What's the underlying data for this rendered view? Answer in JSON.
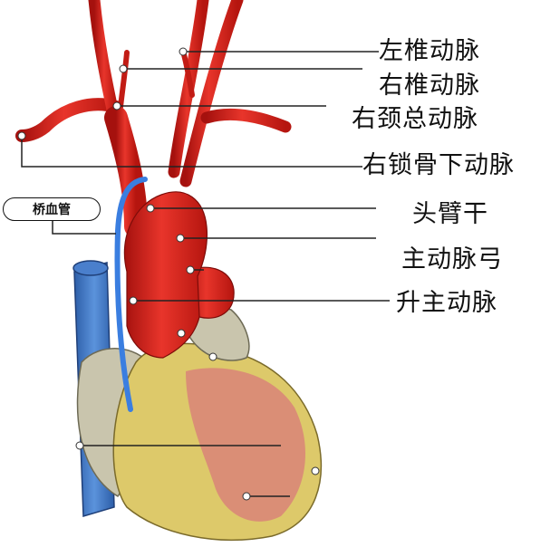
{
  "labels": {
    "left_vertebral_artery": "左椎动脉",
    "right_vertebral_artery": "右椎动脉",
    "right_common_carotid_artery": "右颈总动脉",
    "right_subclavian_artery": "右锁骨下动脉",
    "brachiocephalic_trunk": "头臂干",
    "aortic_arch": "主动脉弓",
    "ascending_aorta": "升主动脉"
  },
  "callout": {
    "bridge_vessel": "桥血管"
  },
  "colors": {
    "artery_red": "#d8231c",
    "artery_dark": "#a5110e",
    "vein_blue": "#3f78c8",
    "heart_yellow": "#ddc96a",
    "myocardium_pink": "#d98478",
    "atrium_gray": "#c9c5ad",
    "graft_blue": "#3a7ee0"
  }
}
